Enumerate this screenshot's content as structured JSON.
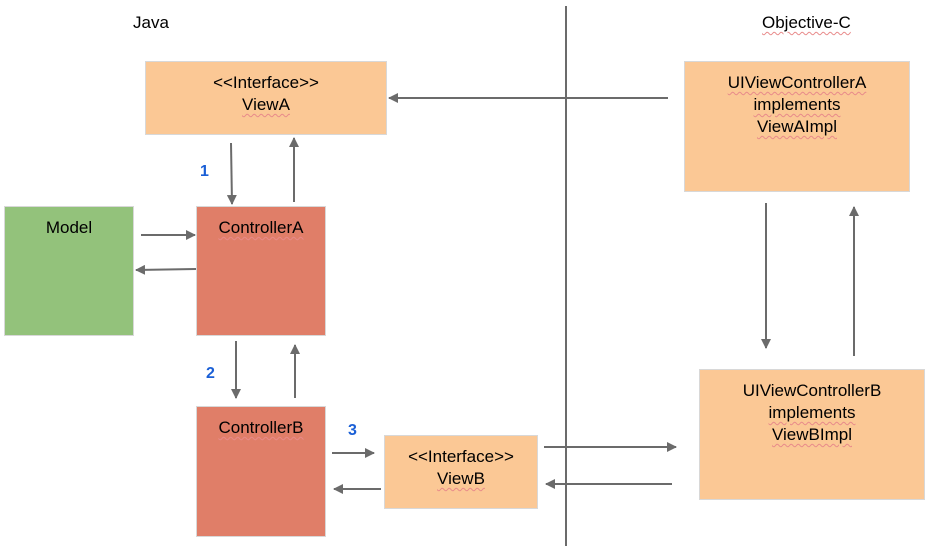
{
  "sections": {
    "java_label": "Java",
    "objc_label": "Objective-C"
  },
  "boxes": {
    "view_a": {
      "stereotype": "<<Interface>>",
      "name": "ViewA"
    },
    "model": {
      "name": "Model"
    },
    "controller_a": {
      "name": "ControllerA"
    },
    "controller_b": {
      "name": "ControllerB"
    },
    "view_b": {
      "stereotype": "<<Interface>>",
      "name": "ViewB"
    },
    "ui_view_controller_a": {
      "line1": "UIViewControllerA",
      "line2": "implements",
      "line3": "ViewAImpl"
    },
    "ui_view_controller_b": {
      "line1": "UIViewControllerB",
      "line2": "implements",
      "line3": "ViewBImpl"
    }
  },
  "steps": [
    "1",
    "2",
    "3"
  ],
  "colors": {
    "interface_fill": "#fbc895",
    "controller_fill": "#e07e68",
    "model_fill": "#93c27b",
    "arrow": "#6b6b6b",
    "step_number": "#1a5fd6"
  },
  "arrows": [
    {
      "from": "ui_view_controller_a",
      "to": "view_a"
    },
    {
      "from": "view_a",
      "to": "controller_a"
    },
    {
      "from": "controller_a",
      "to": "view_a"
    },
    {
      "from": "model",
      "to": "controller_a"
    },
    {
      "from": "controller_a",
      "to": "model"
    },
    {
      "from": "controller_a",
      "to": "controller_b"
    },
    {
      "from": "controller_b",
      "to": "controller_a"
    },
    {
      "from": "controller_b",
      "to": "view_b"
    },
    {
      "from": "view_b",
      "to": "controller_b"
    },
    {
      "from": "view_b",
      "to": "ui_view_controller_b"
    },
    {
      "from": "ui_view_controller_b",
      "to": "view_b"
    },
    {
      "from": "ui_view_controller_a",
      "to": "ui_view_controller_b"
    },
    {
      "from": "ui_view_controller_b",
      "to": "ui_view_controller_a"
    }
  ]
}
